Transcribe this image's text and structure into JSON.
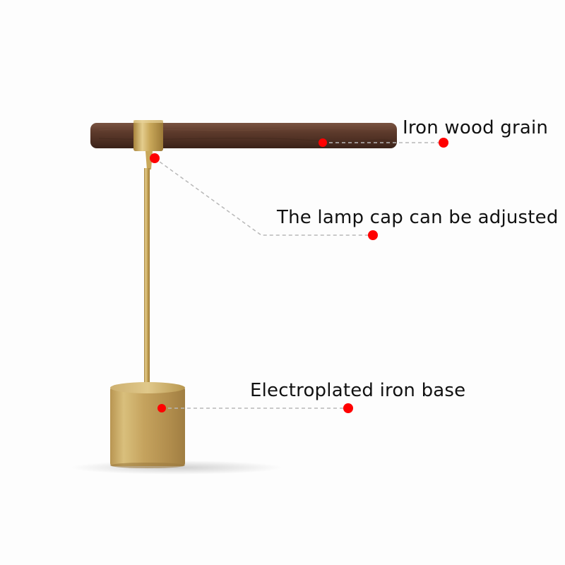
{
  "image": {
    "subject": "desk-lamp-product-photo"
  },
  "callouts": [
    {
      "id": "wood",
      "label": "Iron wood grain",
      "marker_color": "#ff0000"
    },
    {
      "id": "cap",
      "label": "The lamp cap can be adjusted",
      "marker_color": "#ff0000"
    },
    {
      "id": "base",
      "label": "Electroplated iron base",
      "marker_color": "#ff0000"
    }
  ],
  "colors": {
    "background": "#fdfdfd",
    "wood": "#5a3a2a",
    "brass": "#c9a85a",
    "leader_line": "#b8b8b8",
    "marker": "#ff0000"
  }
}
